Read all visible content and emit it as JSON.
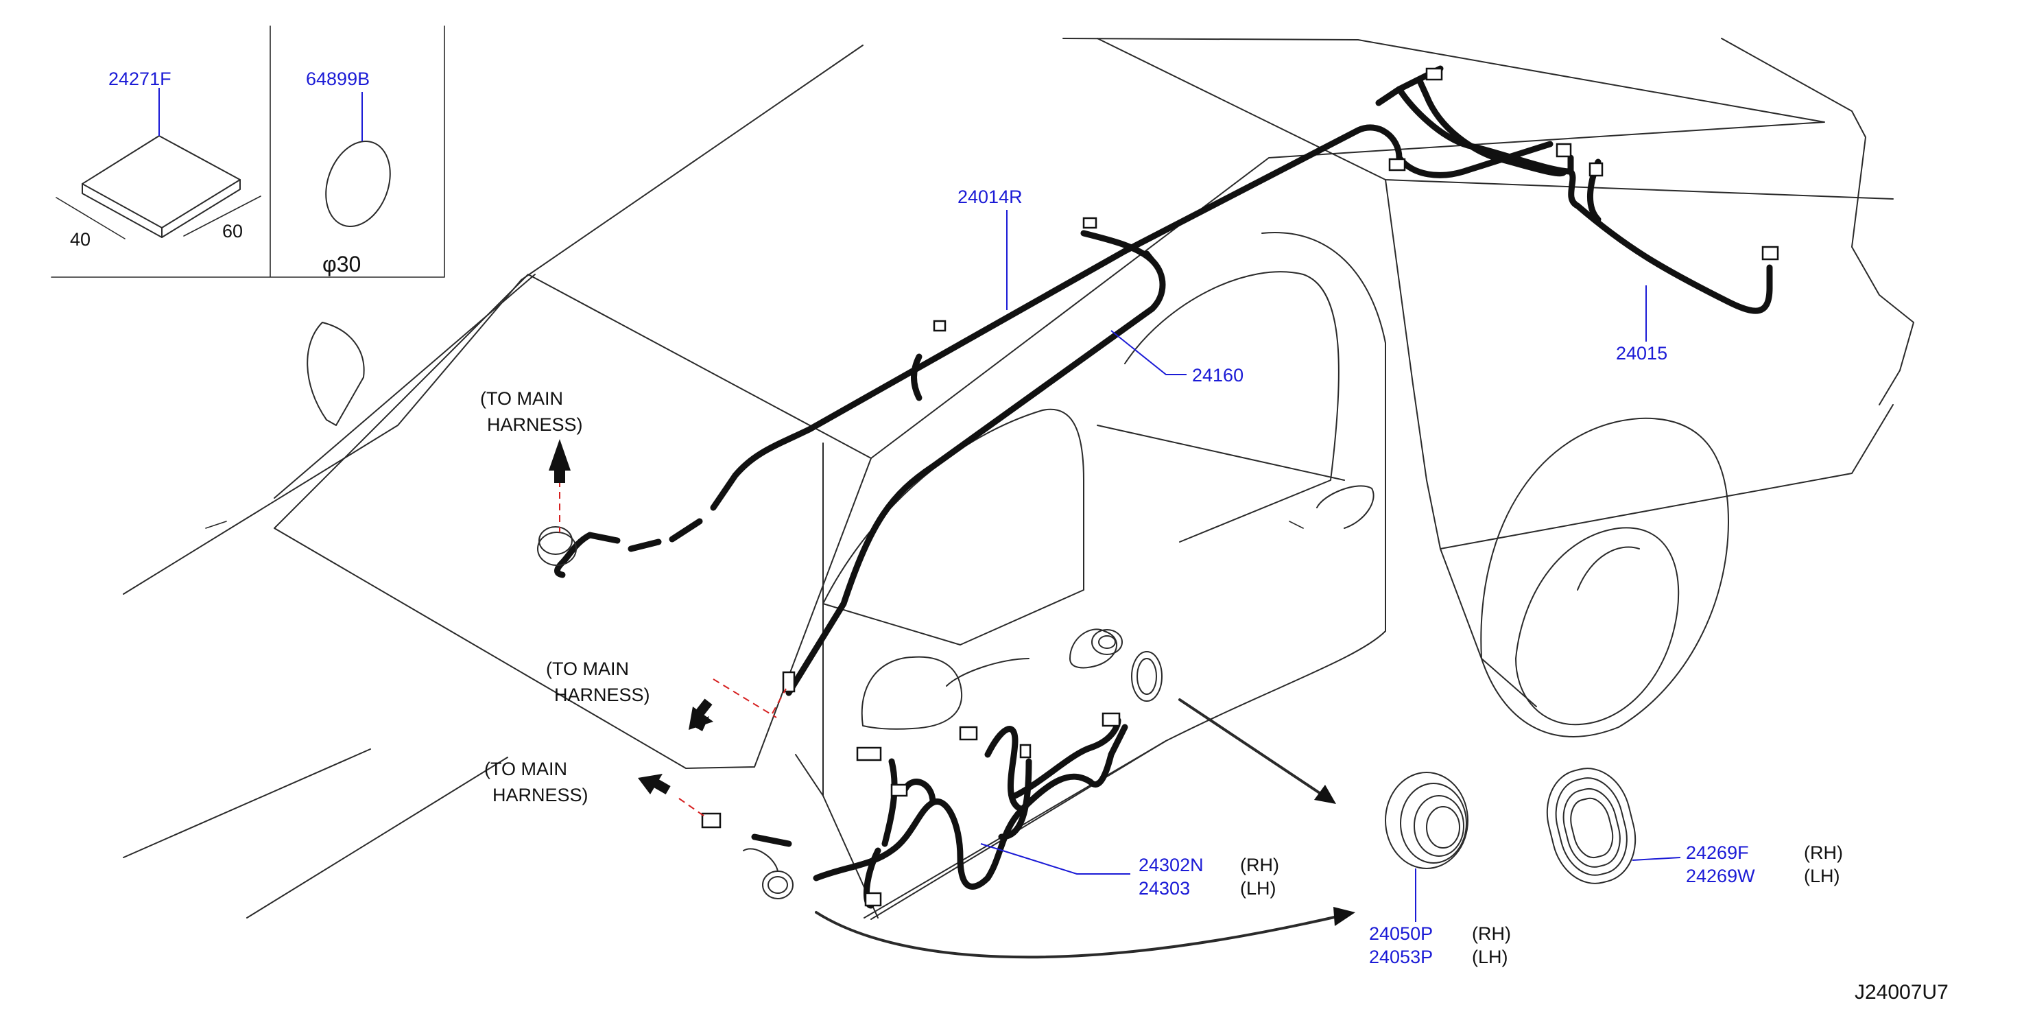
{
  "diagram_code": "J24007U7",
  "inset": {
    "pad_part": "24271F",
    "pad_dim_a": "40",
    "pad_dim_b": "60",
    "grommet_part": "64899B",
    "grommet_dim": "φ30"
  },
  "labels": {
    "to_main_1": "(TO   MAIN",
    "harness_1": "HARNESS)",
    "to_main_2": "(TO   MAIN",
    "harness_2": "HARNESS)",
    "to_main_3": "(TO   MAIN",
    "harness_3": "HARNESS)"
  },
  "parts": {
    "roof_harness": "24014R",
    "roof_harness_clip": "24160",
    "rear_harness": "24015",
    "door_harness_rh": "24302N",
    "door_harness_lh": "24303",
    "door_grommet_rh": "24050P",
    "door_grommet_lh": "24053P",
    "body_grommet_rh": "24269F",
    "body_grommet_lh": "24269W",
    "rh": "(RH)",
    "lh": "(LH)"
  }
}
